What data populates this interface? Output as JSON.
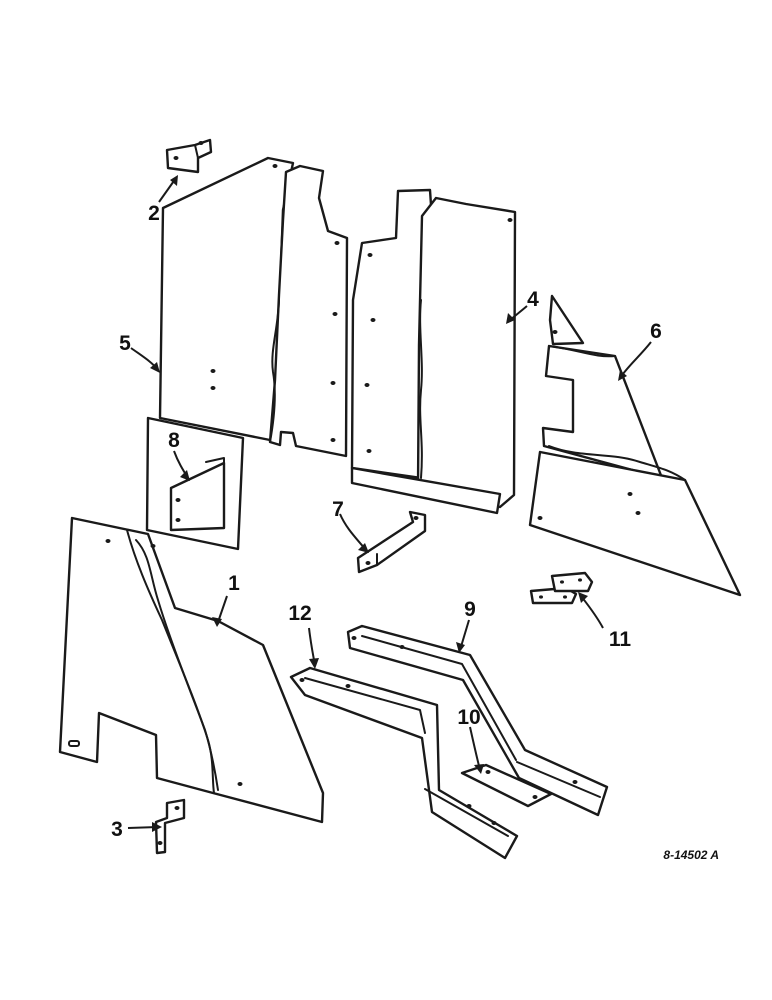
{
  "callouts": {
    "c1": "1",
    "c2": "2",
    "c3": "3",
    "c4": "4",
    "c5": "5",
    "c6": "6",
    "c7": "7",
    "c8": "8",
    "c9": "9",
    "c10": "10",
    "c11": "11",
    "c12": "12"
  },
  "figure_id": "8-14502 A"
}
